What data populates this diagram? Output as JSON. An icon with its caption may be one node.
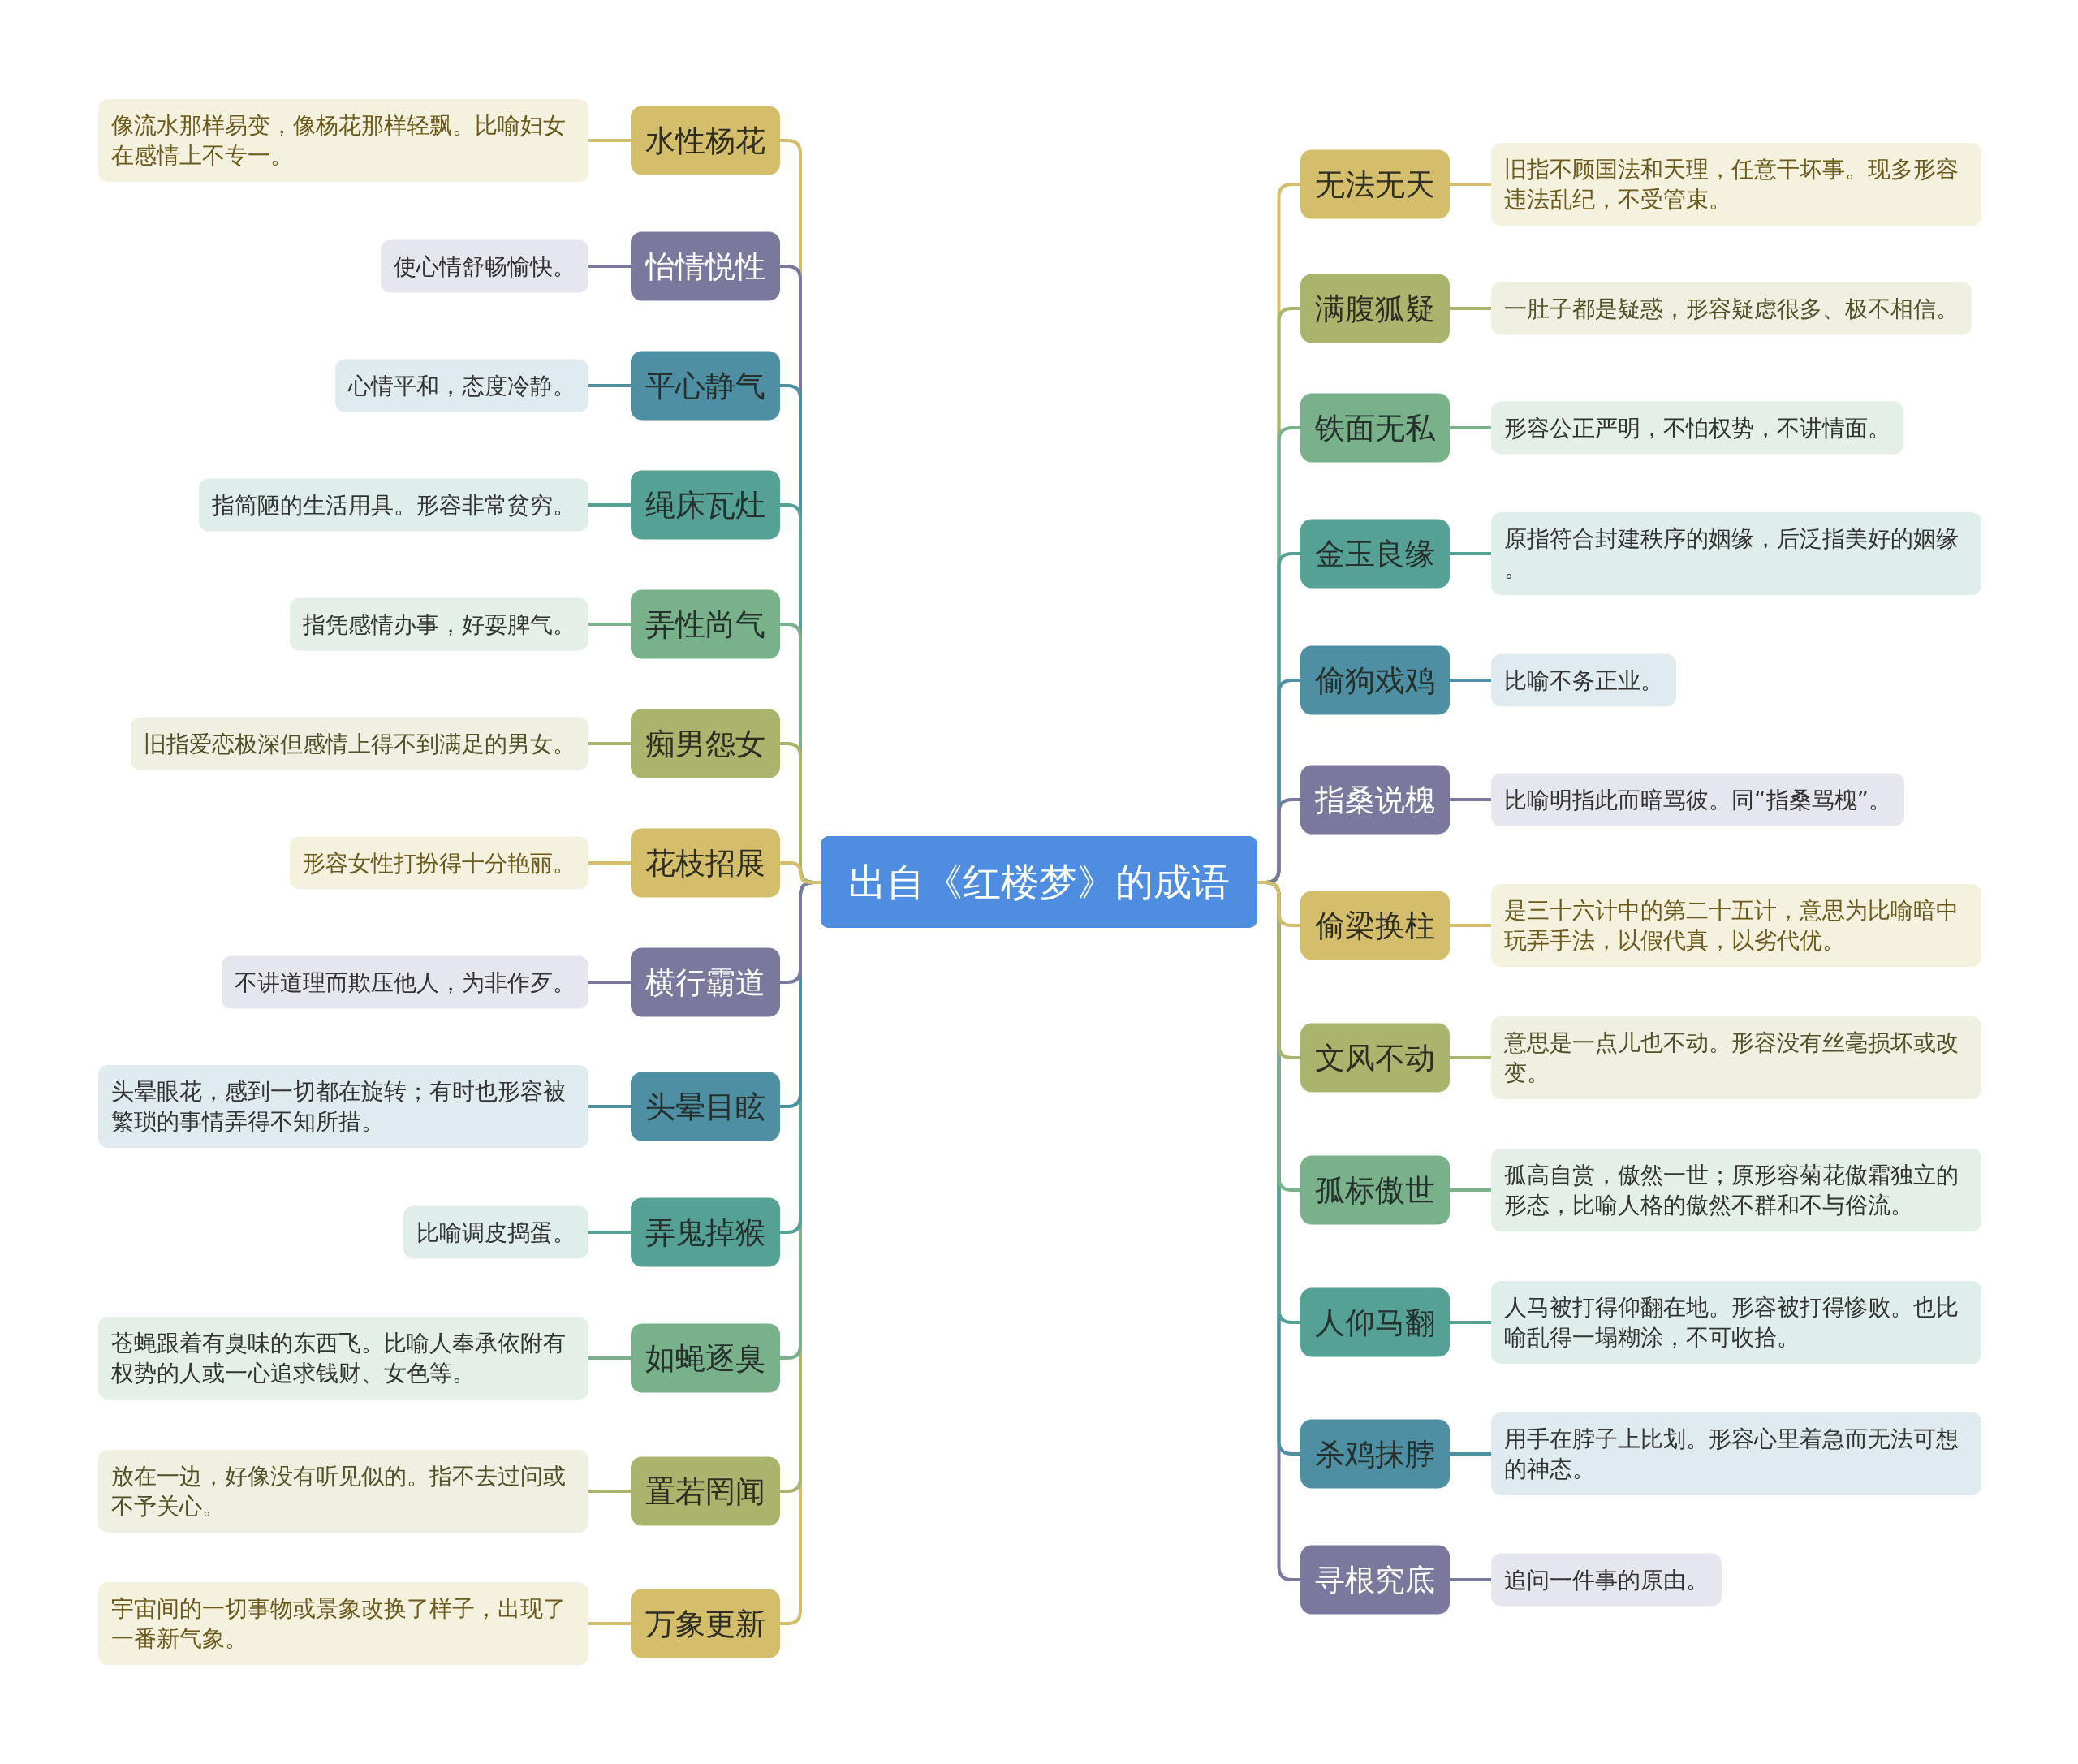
{
  "diagram": {
    "nodes": [
      {
        "text": [
          "出自《红楼梦》的成语"
        ]
      },
      {
        "text": [
          "水性杨花"
        ]
      },
      {
        "text": [
          "像流水那样易变，像杨花那样轻飘。比喻妇女在感情上不专一。"
        ]
      },
      {
        "text": [
          "怡情悦性"
        ]
      },
      {
        "text": [
          "使心情舒畅愉快。"
        ]
      },
      {
        "text": [
          "平心静气"
        ]
      },
      {
        "text": [
          "心情平和，态度冷静。"
        ]
      },
      {
        "text": [
          "绳床瓦灶"
        ]
      },
      {
        "text": [
          "指简陋的生活用具。形容非常贫穷。"
        ]
      },
      {
        "text": [
          "弄性尚气"
        ]
      },
      {
        "text": [
          "指凭感情办事，好耍脾气。"
        ]
      },
      {
        "text": [
          "痴男怨女"
        ]
      },
      {
        "text": [
          "旧指爱恋极深但感情上得不到满足的男女。"
        ]
      },
      {
        "text": [
          "花枝招展"
        ]
      },
      {
        "text": [
          "形容女性打扮得十分艳丽。"
        ]
      },
      {
        "text": [
          "横行霸道"
        ]
      },
      {
        "text": [
          "不讲道理而欺压他人，为非作歹。"
        ]
      },
      {
        "text": [
          "头晕目眩"
        ]
      },
      {
        "text": [
          "头晕眼花，感到一切都在旋转；有时也形容被繁琐的事情弄得不知所措。"
        ]
      },
      {
        "text": [
          "弄鬼掉猴"
        ]
      },
      {
        "text": [
          "比喻调皮捣蛋。"
        ]
      },
      {
        "text": [
          "如蝇逐臭"
        ]
      },
      {
        "text": [
          "苍蝇跟着有臭味的东西飞。比喻人奉承依附有权势的人或一心追求钱财、女色等。"
        ]
      },
      {
        "text": [
          "置若罔闻"
        ]
      },
      {
        "text": [
          "放在一边，好像没有听见似的。指不去过问或不予关心。"
        ]
      },
      {
        "text": [
          "万象更新"
        ]
      },
      {
        "text": [
          "宇宙间的一切事物或景象改换了样子，出现了一番新气象。"
        ]
      },
      {
        "text": [
          "无法无天"
        ]
      },
      {
        "text": [
          "旧指不顾国法和天理，任意干坏事。现多形容违法乱纪，不受管束。"
        ]
      },
      {
        "text": [
          "满腹狐疑"
        ]
      },
      {
        "text": [
          "一肚子都是疑惑，形容疑虑很多、极不相信。"
        ]
      },
      {
        "text": [
          "铁面无私"
        ]
      },
      {
        "text": [
          "形容公正严明，不怕权势，不讲情面。"
        ]
      },
      {
        "text": [
          "金玉良缘"
        ]
      },
      {
        "text": [
          "原指符合封建秩序的姻缘，后泛指美好的姻缘。"
        ]
      },
      {
        "text": [
          "偷狗戏鸡"
        ]
      },
      {
        "text": [
          "比喻不务正业。"
        ]
      },
      {
        "text": [
          "指桑说槐"
        ]
      },
      {
        "text": [
          "比喻明指此而暗骂彼。同“指桑骂槐”。"
        ]
      },
      {
        "text": [
          "偷梁换柱"
        ]
      },
      {
        "text": [
          "是三十六计中的第二十五计，意思为比喻暗中玩弄手法，以假代真，以劣代优。"
        ]
      },
      {
        "text": [
          "文风不动"
        ]
      },
      {
        "text": [
          "意思是一点儿也不动。形容没有丝毫损坏或改变。"
        ]
      },
      {
        "text": [
          "孤标傲世"
        ]
      },
      {
        "text": [
          "孤高自赏，傲然一世；原形容菊花傲霜独立的形态，比喻人格的傲然不群和不与俗流。"
        ]
      },
      {
        "text": [
          "人仰马翻"
        ]
      },
      {
        "text": [
          "人马被打得仰翻在地。形容被打得惨败。也比喻乱得一塌糊涂，不可收拾。"
        ]
      },
      {
        "text": [
          "杀鸡抹脖"
        ]
      },
      {
        "text": [
          "用手在脖子上比划。形容心里着急而无法可想的神态。"
        ]
      },
      {
        "text": [
          "寻根究底"
        ]
      },
      {
        "text": [
          "追问一件事的原由。"
        ]
      }
    ],
    "edges": [
      {
        "from": 0,
        "to": 1,
        "arrow": "none",
        "color": "#d5be6b"
      },
      {
        "from": 1,
        "to": 2,
        "arrow": "none",
        "color": "#d5be6b"
      },
      {
        "from": 0,
        "to": 3,
        "arrow": "none",
        "color": "#7b789e"
      },
      {
        "from": 3,
        "to": 4,
        "arrow": "none",
        "color": "#7b789e"
      },
      {
        "from": 0,
        "to": 5,
        "arrow": "none",
        "color": "#4f8fa3"
      },
      {
        "from": 5,
        "to": 6,
        "arrow": "none",
        "color": "#4f8fa3"
      },
      {
        "from": 0,
        "to": 7,
        "arrow": "none",
        "color": "#56a196"
      },
      {
        "from": 7,
        "to": 8,
        "arrow": "none",
        "color": "#56a196"
      },
      {
        "from": 0,
        "to": 9,
        "arrow": "none",
        "color": "#79b18b"
      },
      {
        "from": 9,
        "to": 10,
        "arrow": "none",
        "color": "#79b18b"
      },
      {
        "from": 0,
        "to": 11,
        "arrow": "none",
        "color": "#abb46d"
      },
      {
        "from": 11,
        "to": 12,
        "arrow": "none",
        "color": "#abb46d"
      },
      {
        "from": 0,
        "to": 13,
        "arrow": "none",
        "color": "#d5be6b"
      },
      {
        "from": 13,
        "to": 14,
        "arrow": "none",
        "color": "#d5be6b"
      },
      {
        "from": 0,
        "to": 15,
        "arrow": "none",
        "color": "#7b789e"
      },
      {
        "from": 15,
        "to": 16,
        "arrow": "none",
        "color": "#7b789e"
      },
      {
        "from": 0,
        "to": 17,
        "arrow": "none",
        "color": "#4f8fa3"
      },
      {
        "from": 17,
        "to": 18,
        "arrow": "none",
        "color": "#4f8fa3"
      },
      {
        "from": 0,
        "to": 19,
        "arrow": "none",
        "color": "#56a196"
      },
      {
        "from": 19,
        "to": 20,
        "arrow": "none",
        "color": "#56a196"
      },
      {
        "from": 0,
        "to": 21,
        "arrow": "none",
        "color": "#79b18b"
      },
      {
        "from": 21,
        "to": 22,
        "arrow": "none",
        "color": "#79b18b"
      },
      {
        "from": 0,
        "to": 23,
        "arrow": "none",
        "color": "#abb46d"
      },
      {
        "from": 23,
        "to": 24,
        "arrow": "none",
        "color": "#abb46d"
      },
      {
        "from": 0,
        "to": 25,
        "arrow": "none",
        "color": "#d5be6b"
      },
      {
        "from": 25,
        "to": 26,
        "arrow": "none",
        "color": "#d5be6b"
      },
      {
        "from": 0,
        "to": 27,
        "arrow": "none",
        "color": "#d5be6b"
      },
      {
        "from": 27,
        "to": 28,
        "arrow": "none",
        "color": "#d5be6b"
      },
      {
        "from": 0,
        "to": 29,
        "arrow": "none",
        "color": "#abb46d"
      },
      {
        "from": 29,
        "to": 30,
        "arrow": "none",
        "color": "#abb46d"
      },
      {
        "from": 0,
        "to": 31,
        "arrow": "none",
        "color": "#79b18b"
      },
      {
        "from": 31,
        "to": 32,
        "arrow": "none",
        "color": "#79b18b"
      },
      {
        "from": 0,
        "to": 33,
        "arrow": "none",
        "color": "#56a196"
      },
      {
        "from": 33,
        "to": 34,
        "arrow": "none",
        "color": "#56a196"
      },
      {
        "from": 0,
        "to": 35,
        "arrow": "none",
        "color": "#4f8fa3"
      },
      {
        "from": 35,
        "to": 36,
        "arrow": "none",
        "color": "#4f8fa3"
      },
      {
        "from": 0,
        "to": 37,
        "arrow": "none",
        "color": "#7b789e"
      },
      {
        "from": 37,
        "to": 38,
        "arrow": "none",
        "color": "#7b789e"
      },
      {
        "from": 0,
        "to": 39,
        "arrow": "none",
        "color": "#d5be6b"
      },
      {
        "from": 39,
        "to": 40,
        "arrow": "none",
        "color": "#d5be6b"
      },
      {
        "from": 0,
        "to": 41,
        "arrow": "none",
        "color": "#abb46d"
      },
      {
        "from": 41,
        "to": 42,
        "arrow": "none",
        "color": "#abb46d"
      },
      {
        "from": 0,
        "to": 43,
        "arrow": "none",
        "color": "#79b18b"
      },
      {
        "from": 43,
        "to": 44,
        "arrow": "none",
        "color": "#79b18b"
      },
      {
        "from": 0,
        "to": 45,
        "arrow": "none",
        "color": "#56a196"
      },
      {
        "from": 45,
        "to": 46,
        "arrow": "none",
        "color": "#56a196"
      },
      {
        "from": 0,
        "to": 47,
        "arrow": "none",
        "color": "#4f8fa3"
      },
      {
        "from": 47,
        "to": 48,
        "arrow": "none",
        "color": "#4f8fa3"
      },
      {
        "from": 0,
        "to": 49,
        "arrow": "none",
        "color": "#7b789e"
      },
      {
        "from": 49,
        "to": 50,
        "arrow": "none",
        "color": "#7b789e"
      }
    ]
  }
}
